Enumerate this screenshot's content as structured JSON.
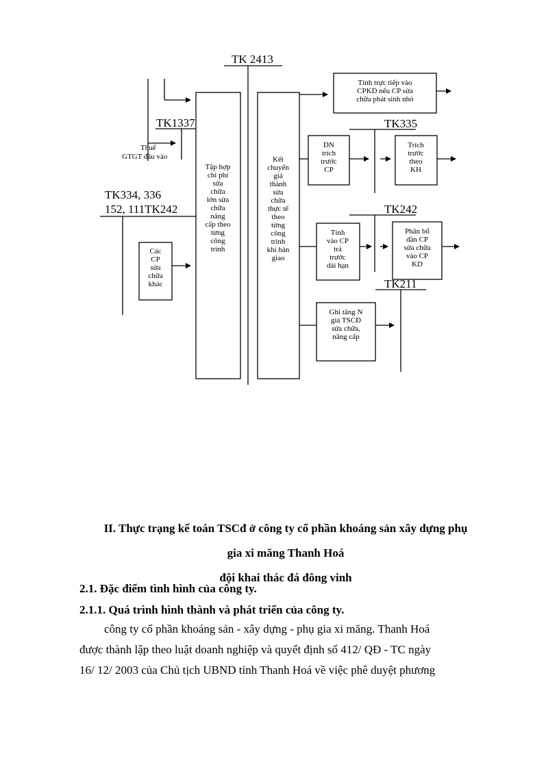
{
  "diagram": {
    "accounts": {
      "tk2413": "TK 2413",
      "tk1337": "TK1337",
      "tk334": "TK334, 336",
      "tk152": "152, 111TK242",
      "tk335": "TK335",
      "tk242": "TK242",
      "tk211": "TK211"
    },
    "vat_label": [
      "Thuế",
      "GTGT  đầu vào"
    ],
    "boxes": {
      "other_costs": [
        "Các",
        "CP",
        "sửa",
        "chữa",
        "khác"
      ],
      "aggregate": [
        "Tập hợp",
        "chi phí",
        "sửa",
        "chữa",
        "lớn sửa",
        "chữa",
        "nâng",
        "cấp theo",
        "từng",
        "công",
        "trình"
      ],
      "transfer": [
        "Kết",
        "chuyển",
        "giá",
        "thành",
        "sửa",
        "chữa",
        "thực tế",
        "theo",
        "từng",
        "công",
        "trình",
        "khi bàn",
        "giao"
      ],
      "direct": [
        "Tính trực tiếp vào",
        "CPKD nếu CP sửa",
        "chữa phát sinh nhỏ"
      ],
      "accrue_dn": [
        "DN",
        "trích",
        "trước",
        "CP"
      ],
      "accrue_plan": [
        "Trích",
        "trước",
        "theo",
        "KH"
      ],
      "prepaid_long": [
        "Tính",
        "vào CP",
        "trả",
        "trước",
        "dài hạn"
      ],
      "allocate": [
        "Phân bổ",
        "dần CP",
        "sửa chữa",
        "vào CP",
        "KD"
      ],
      "increase": [
        "Ghi tăng N",
        "giá TSCĐ",
        "sửa chữa,",
        "nâng cấp"
      ]
    }
  },
  "document": {
    "heading": [
      "II. Thực trạng kế toán TSCđ ở công ty cổ phần khoáng sản xây dựng phụ",
      "gia xi măng Thanh Hoá",
      "đội khai thác đá đông vinh"
    ],
    "section_1": "2.1. Đặc điểm tình hình của công ty.",
    "section_1_1": "2.1.1. Quá trình hình thành và phát triển của công ty.",
    "paragraph": [
      "công ty cổ phần khoáng sản - xây dựng - phụ gia xi măng. Thanh Hoá",
      "được thành lập theo luật doanh nghiệp và quyết định số 412/ QĐ - TC ngày",
      "16/ 12/ 2003 của Chủ tịch UBND tỉnh Thanh Hoá về việc phê duyệt phương"
    ]
  }
}
